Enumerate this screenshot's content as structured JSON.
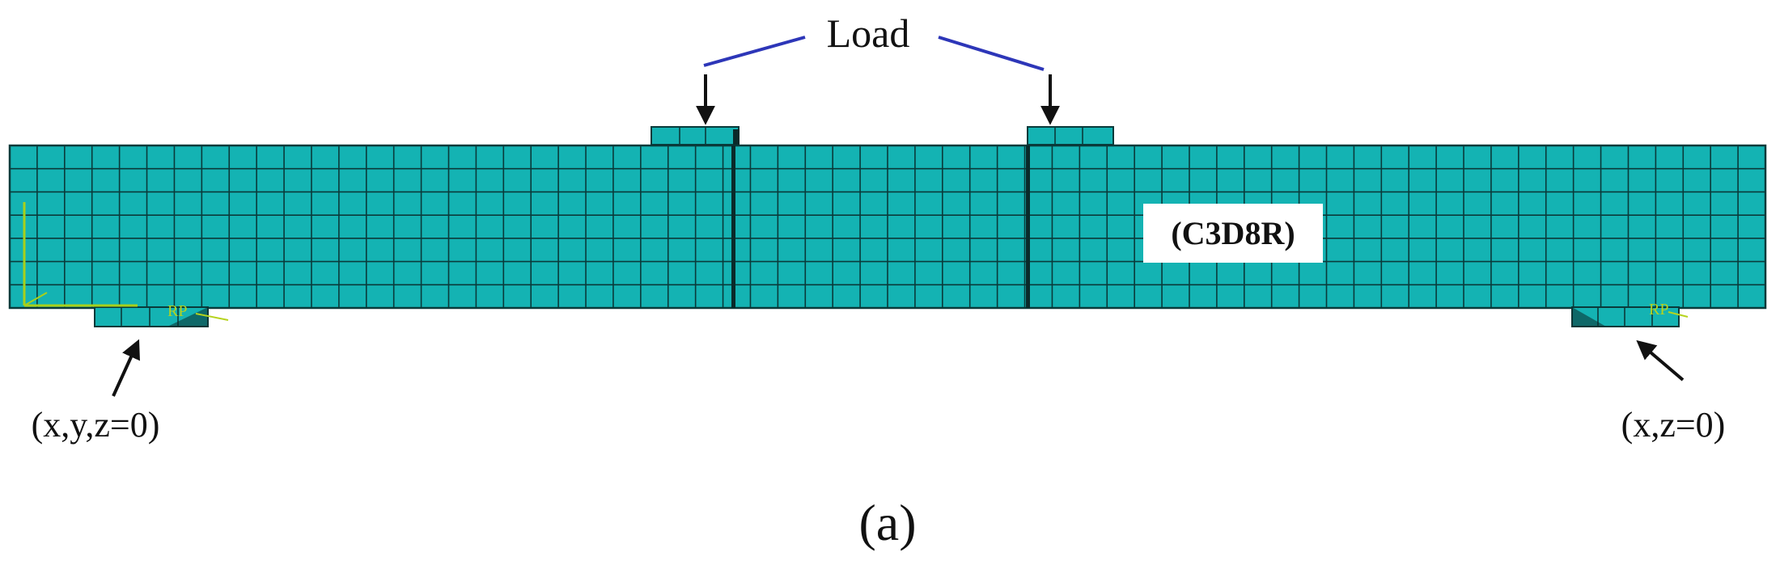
{
  "figure": {
    "load_label": "Load",
    "element_type_label": "(C3D8R)",
    "support_left_label": "(x,y,z=0)",
    "support_right_label": "(x,z=0)",
    "panel_label": "(a)",
    "ref_point_label": "RP",
    "colors": {
      "mesh_fill": "#14b3b3",
      "mesh_lines": "#0a3a3a",
      "load_leader_lines": "#2d36b8",
      "arrows": "#111111",
      "axis_triad": "#a8d01a"
    },
    "mesh": {
      "columns": 64,
      "rows": 7
    }
  }
}
